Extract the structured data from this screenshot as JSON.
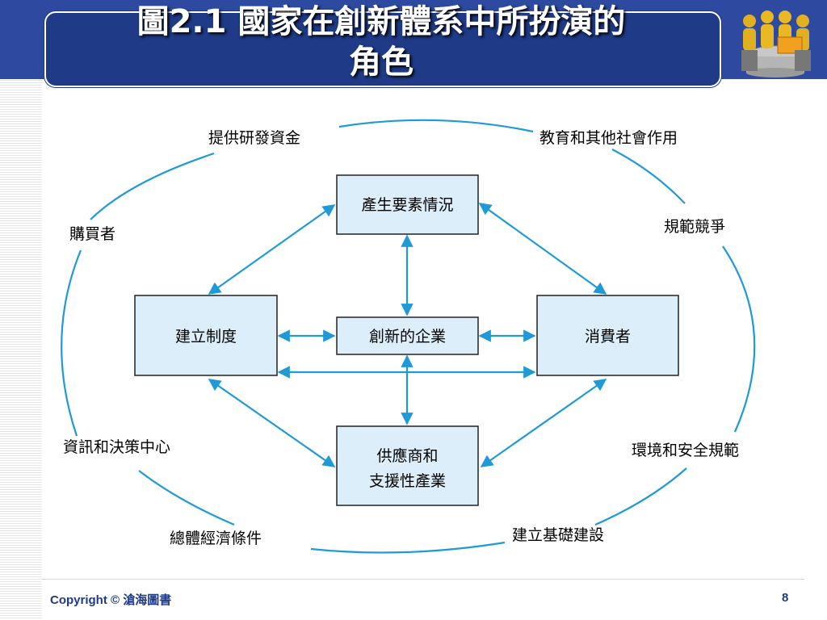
{
  "slide": {
    "title": "圖2.1 國家在創新體系中所扮演的角色",
    "title_line1": "圖2.1 國家在創新體系中所扮演的",
    "title_line2": "角色",
    "logo_icon": "business-people-meeting-icon",
    "copyright": "Copyright © 滄海圖書",
    "page_number": "8"
  },
  "diagram": {
    "nodes": {
      "factor": "產生要素情況",
      "institution": "建立制度",
      "enterprise": "創新的企業",
      "consumer": "消費者",
      "supplier_line1": "供應商和",
      "supplier_line2": "支援性產業"
    },
    "outer_labels": {
      "funding": "提供研發資金",
      "education": "教育和其他社會作用",
      "buyer": "購買者",
      "competition": "規範競爭",
      "info": "資訊和決策中心",
      "environment": "環境和安全規範",
      "macro": "總體經濟條件",
      "infrastructure": "建立基礎建設"
    },
    "colors": {
      "box_fill": "#dceef9",
      "arrow": "#1f9ad6",
      "ring": "#1f9ad6"
    }
  }
}
